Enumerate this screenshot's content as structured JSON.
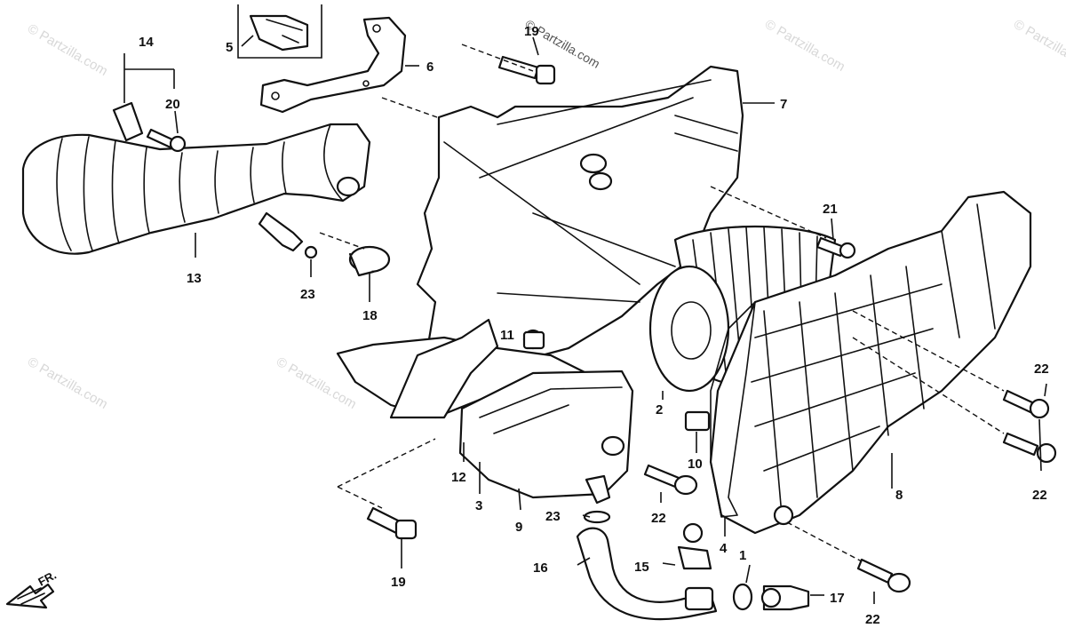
{
  "watermark": "© Partzilla.com",
  "direction_label": "FR.",
  "callouts": {
    "c1": "1",
    "c2": "2",
    "c3": "3",
    "c4": "4",
    "c5": "5",
    "c6": "6",
    "c7": "7",
    "c8": "8",
    "c9": "9",
    "c10": "10",
    "c11": "11",
    "c12": "12",
    "c13": "13",
    "c14": "14",
    "c15": "15",
    "c16": "16",
    "c17": "17",
    "c18": "18",
    "c19a": "19",
    "c19b": "19",
    "c20": "20",
    "c21": "21",
    "c22a": "22",
    "c22b": "22",
    "c22c": "22",
    "c22d": "22",
    "c23a": "23",
    "c23b": "23"
  }
}
